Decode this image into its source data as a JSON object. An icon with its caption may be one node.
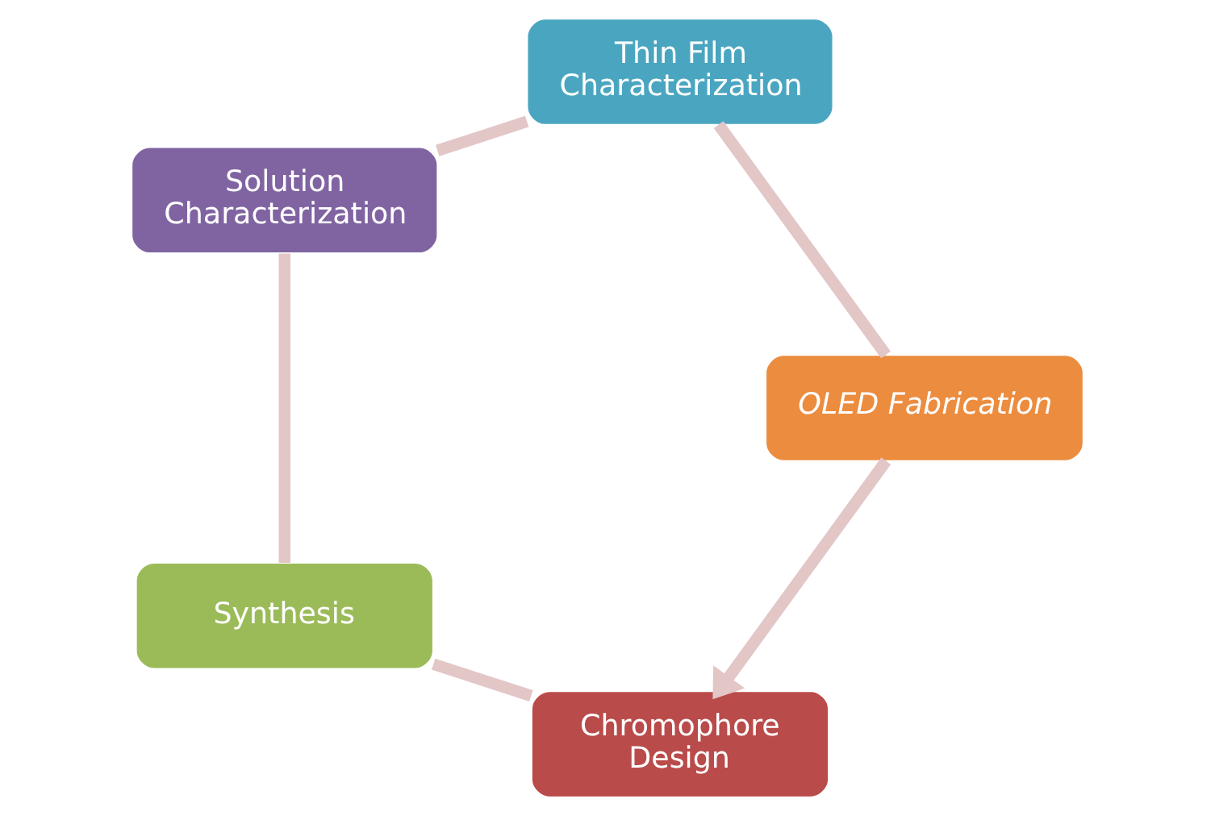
{
  "diagram": {
    "nodes": [
      {
        "text": [
          "Chromophore Design"
        ]
      },
      {
        "text": [
          "Synthesis"
        ]
      },
      {
        "text": [
          "Solution Characterization"
        ]
      },
      {
        "text": [
          "Thin Film Characterization"
        ]
      },
      {
        "text": [
          "OLED Fabrication"
        ]
      }
    ],
    "edges": [
      {
        "from": 0,
        "to": 1,
        "arrow": "none"
      },
      {
        "from": 1,
        "to": 2,
        "arrow": "none"
      },
      {
        "from": 2,
        "to": 3,
        "arrow": "none"
      },
      {
        "from": 3,
        "to": 4,
        "arrow": "none"
      },
      {
        "from": 4,
        "to": 0,
        "arrow": "to"
      }
    ]
  }
}
